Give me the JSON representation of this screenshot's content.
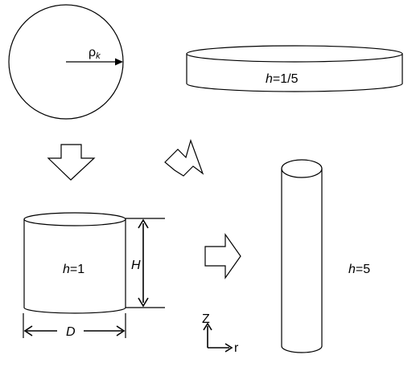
{
  "labels": {
    "radius_symbol": "ρ",
    "radius_subscript": "k",
    "flat_cylinder": {
      "var": "h",
      "value": "=1/5"
    },
    "unit_cylinder": {
      "var": "h",
      "value": "=1"
    },
    "tall_cylinder": {
      "var": "h",
      "value": "=5"
    },
    "height_dim": "H",
    "diameter_dim": "D",
    "axis_z": "Z",
    "axis_r": "r"
  },
  "colors": {
    "stroke": "#000000",
    "fill": "#ffffff"
  },
  "icons": [
    "arrow-down-icon",
    "arrow-up-right-icon",
    "arrow-right-icon"
  ]
}
